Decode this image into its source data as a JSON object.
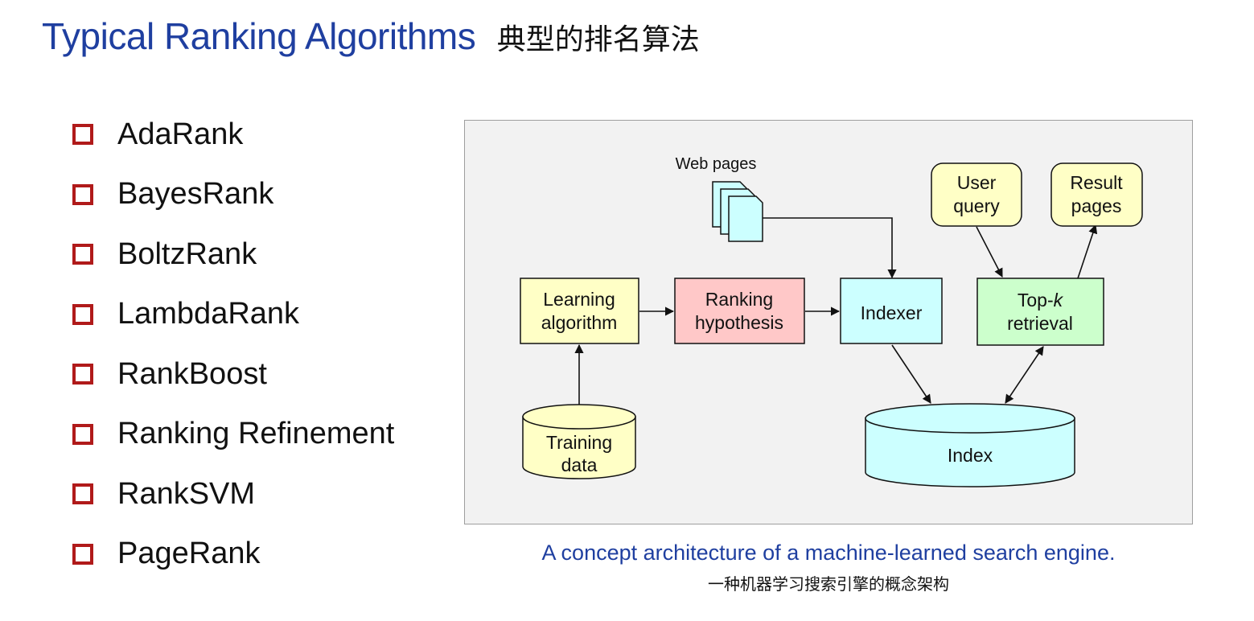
{
  "title": {
    "en": "Typical Ranking Algorithms",
    "cn": "典型的排名算法"
  },
  "algorithms": [
    "AdaRank",
    "BayesRank",
    "BoltzRank",
    "LambdaRank",
    "RankBoost",
    "Ranking Refinement",
    "RankSVM",
    "PageRank"
  ],
  "diagram": {
    "web_pages": "Web pages",
    "learning": [
      "Learning",
      "algorithm"
    ],
    "ranking": [
      "Ranking",
      "hypothesis"
    ],
    "indexer": "Indexer",
    "topk": [
      "Top-",
      "k",
      "retrieval"
    ],
    "user_query": [
      "User",
      "query"
    ],
    "result_pages": [
      "Result",
      "pages"
    ],
    "training": [
      "Training",
      "data"
    ],
    "index": "Index",
    "colors": {
      "learning": "#ffffc6",
      "ranking": "#ffc8c8",
      "indexer": "#ccffff",
      "topk": "#ccffcc",
      "query": "#ffffc6",
      "training": "#ffffc6",
      "index": "#ccffff",
      "docs": "#ccffff"
    }
  },
  "caption": {
    "en": "A concept architecture of a machine-learned search engine.",
    "cn": "一种机器学习搜索引擎的概念架构"
  }
}
